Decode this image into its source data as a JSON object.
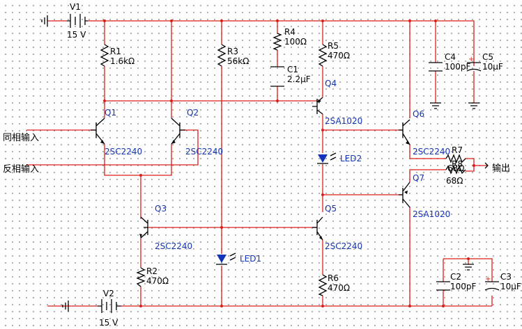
{
  "terminals": {
    "in_phase": "同相输入",
    "inverting": "反相输入",
    "output": "输出"
  },
  "components": {
    "v1": {
      "ref": "V1",
      "value": "15 V"
    },
    "v2": {
      "ref": "V2",
      "value": "15 V"
    },
    "r1": {
      "ref": "R1",
      "value": "1.6kΩ"
    },
    "r2": {
      "ref": "R2",
      "value": "470Ω"
    },
    "r3": {
      "ref": "R3",
      "value": "56kΩ"
    },
    "r4": {
      "ref": "R4",
      "value": "100Ω"
    },
    "r5": {
      "ref": "R5",
      "value": "470Ω"
    },
    "r6": {
      "ref": "R6",
      "value": "470Ω"
    },
    "r7": {
      "ref": "R7",
      "value": "68Ω"
    },
    "r8": {
      "ref": "R8",
      "value": "68Ω"
    },
    "c1": {
      "ref": "C1",
      "value": "2.2μF"
    },
    "c2": {
      "ref": "C2",
      "value": "100pF"
    },
    "c3": {
      "ref": "C3",
      "value": "10μF"
    },
    "c4": {
      "ref": "C4",
      "value": "100pF"
    },
    "c5": {
      "ref": "C5",
      "value": "10μF"
    },
    "q1": {
      "ref": "Q1",
      "part": "2SC2240"
    },
    "q2": {
      "ref": "Q2",
      "part": "2SC2240"
    },
    "q3": {
      "ref": "Q3",
      "part": "2SC2240"
    },
    "q4": {
      "ref": "Q4",
      "part": "2SA1020"
    },
    "q5": {
      "ref": "Q5",
      "part": "2SC2240"
    },
    "q6": {
      "ref": "Q6",
      "part": "2SC2240"
    },
    "q7": {
      "ref": "Q7",
      "part": "2SA1020"
    },
    "led1": {
      "ref": "LED1"
    },
    "led2": {
      "ref": "LED2"
    }
  },
  "colors": {
    "wire": "#d91e18",
    "symbol": "#000000",
    "part_number": "#1433b8",
    "background": "#ffffff",
    "grid_dot": "#9a9a9a"
  }
}
